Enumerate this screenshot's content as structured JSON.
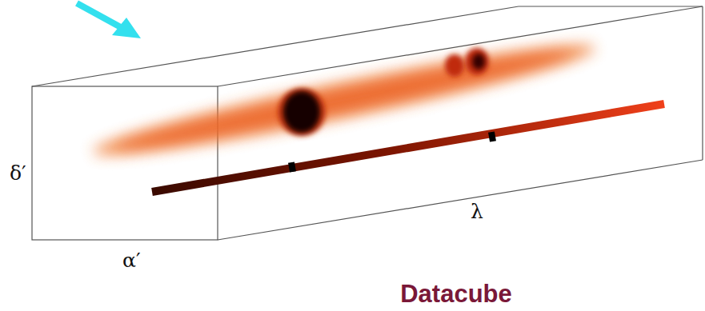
{
  "diagram": {
    "caption": "Datacube",
    "labels": [
      "δ′",
      "α′",
      "λ"
    ]
  }
}
